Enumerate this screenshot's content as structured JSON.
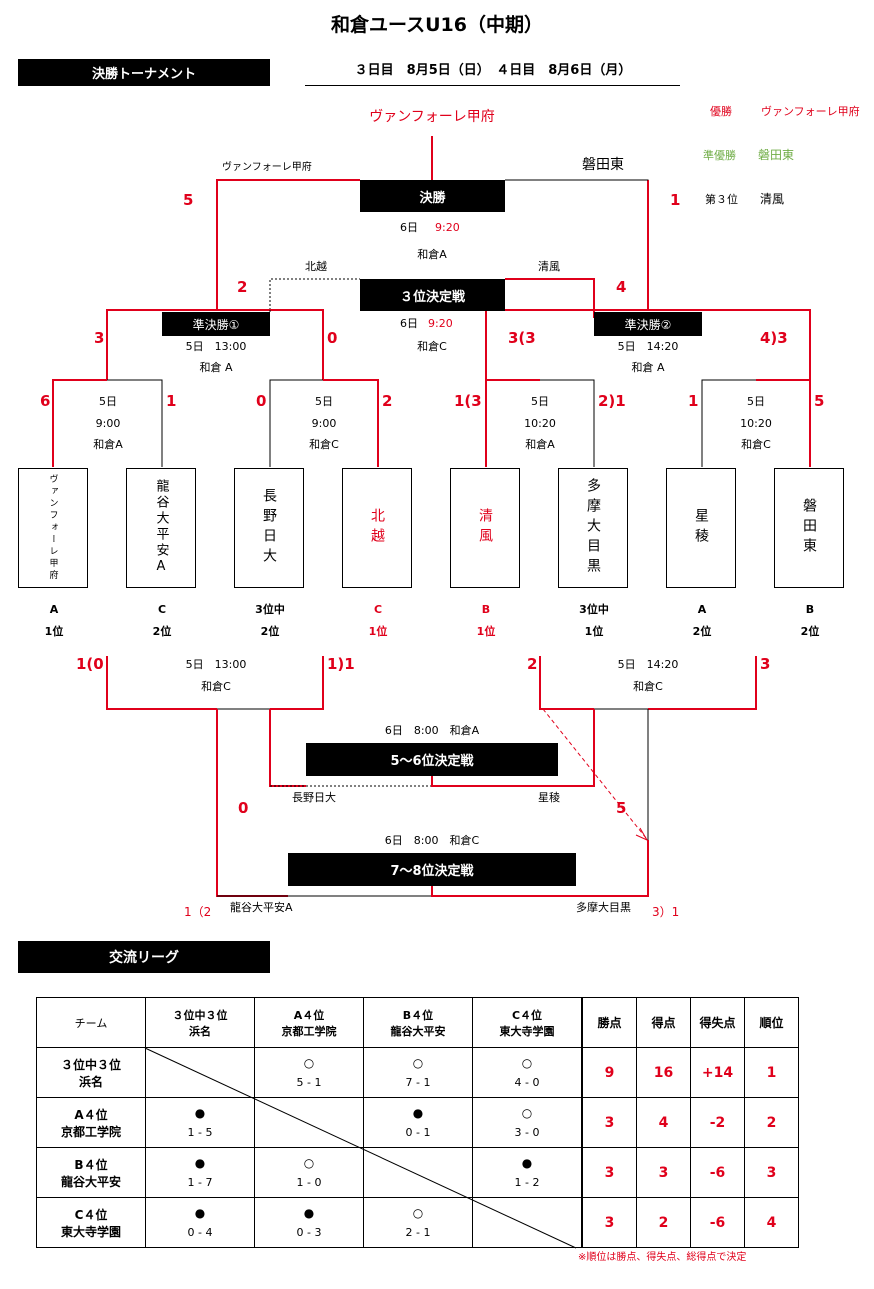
{
  "title": "和倉ユースU16（中期）",
  "tournament": {
    "banner": "決勝トーナメント",
    "schedule": "３日目　8月5日（日）　４日目　8月6日（月）",
    "champion_top": "ヴァンフォーレ甲府",
    "legend": {
      "champion_label": "優勝",
      "champion": "ヴァンフォーレ甲府",
      "runner_label": "準優勝",
      "runner": "磐田東",
      "third_label": "第３位",
      "third": "清風"
    },
    "final": {
      "label": "決勝",
      "day": "6日",
      "time": "9:20",
      "venue": "和倉A",
      "left_team": "ヴァンフォーレ甲府",
      "right_team": "磐田東",
      "left_score": "5",
      "right_score": "1"
    },
    "third_place": {
      "label": "３位決定戦",
      "day": "6日",
      "time": "9:20",
      "venue": "和倉C",
      "left_team": "北越",
      "right_team": "清風",
      "left_score": "2",
      "right_score": "4"
    },
    "semi1": {
      "label": "準決勝①",
      "info": "5日　13:00",
      "venue": "和倉 A",
      "left_score": "3",
      "right_score": "0"
    },
    "semi2": {
      "label": "準決勝②",
      "info": "5日　14:20",
      "venue": "和倉 A",
      "left_score": "3(3",
      "right_score": "4)3"
    },
    "qf": [
      {
        "day": "5日",
        "time": "9:00",
        "venue": "和倉A",
        "left_score": "6",
        "right_score": "1"
      },
      {
        "day": "5日",
        "time": "9:00",
        "venue": "和倉C",
        "left_score": "0",
        "right_score": "2"
      },
      {
        "day": "5日",
        "time": "10:20",
        "venue": "和倉A",
        "left_score": "1(3",
        "right_score": "2)1"
      },
      {
        "day": "5日",
        "time": "10:20",
        "venue": "和倉C",
        "left_score": "1",
        "right_score": "5"
      }
    ],
    "teams": [
      {
        "name": "ヴァンフォーレ甲府",
        "group": "A",
        "rank": "1位",
        "highlight": false
      },
      {
        "name": "龍谷大平安A",
        "group": "C",
        "rank": "2位",
        "highlight": false
      },
      {
        "name": "長野日大",
        "group": "3位中",
        "rank": "2位",
        "highlight": false
      },
      {
        "name": "北越",
        "group": "C",
        "rank": "1位",
        "highlight": true
      },
      {
        "name": "清風",
        "group": "B",
        "rank": "1位",
        "highlight": true
      },
      {
        "name": "多摩大目黒",
        "group": "3位中",
        "rank": "1位",
        "highlight": false
      },
      {
        "name": "星稜",
        "group": "A",
        "rank": "2位",
        "highlight": false
      },
      {
        "name": "磐田東",
        "group": "B",
        "rank": "2位",
        "highlight": false
      }
    ],
    "lower_left": {
      "info": "5日　13:00",
      "venue": "和倉C",
      "left_score": "1(0",
      "right_score": "1)1"
    },
    "lower_right": {
      "info": "5日　14:20",
      "venue": "和倉C",
      "left_score": "2",
      "right_score": "3"
    },
    "place56": {
      "label": "5〜6位決定戦",
      "info": "6日　8:00　和倉A",
      "left_team": "長野日大",
      "right_team": "星稜"
    },
    "place78": {
      "label": "7〜8位決定戦",
      "info": "6日　8:00　和倉C",
      "left_team": "龍谷大平安A",
      "right_team": "多摩大目黒",
      "left_score": "0",
      "right_score": "5",
      "left_pk": "1（2",
      "right_pk": "3）1"
    }
  },
  "league": {
    "banner": "交流リーグ",
    "headers": [
      "チーム",
      "３位中３位\n浜名",
      "A４位\n京都工学院",
      "B４位\n龍谷大平安",
      "C４位\n東大寺学園",
      "勝点",
      "得点",
      "得失点",
      "順位"
    ],
    "rows": [
      {
        "team": "３位中３位\n浜名",
        "results": [
          null,
          {
            "mark": "○",
            "score": "5 - 1"
          },
          {
            "mark": "○",
            "score": "7 - 1"
          },
          {
            "mark": "○",
            "score": "4 - 0"
          }
        ],
        "points": "9",
        "goals": "16",
        "diff": "+14",
        "rank": "1"
      },
      {
        "team": "A４位\n京都工学院",
        "results": [
          {
            "mark": "●",
            "score": "1 - 5"
          },
          null,
          {
            "mark": "●",
            "score": "0 - 1"
          },
          {
            "mark": "○",
            "score": "3 - 0"
          }
        ],
        "points": "3",
        "goals": "4",
        "diff": "-2",
        "rank": "2"
      },
      {
        "team": "B４位\n龍谷大平安",
        "results": [
          {
            "mark": "●",
            "score": "1 - 7"
          },
          {
            "mark": "○",
            "score": "1 - 0"
          },
          null,
          {
            "mark": "●",
            "score": "1 - 2"
          }
        ],
        "points": "3",
        "goals": "3",
        "diff": "-6",
        "rank": "3"
      },
      {
        "team": "C４位\n東大寺学園",
        "results": [
          {
            "mark": "●",
            "score": "0 - 4"
          },
          {
            "mark": "●",
            "score": "0 - 3"
          },
          {
            "mark": "○",
            "score": "2 - 1"
          },
          null
        ],
        "points": "3",
        "goals": "2",
        "diff": "-6",
        "rank": "4"
      }
    ],
    "note": "※順位は勝点、得失点、総得点で決定"
  }
}
